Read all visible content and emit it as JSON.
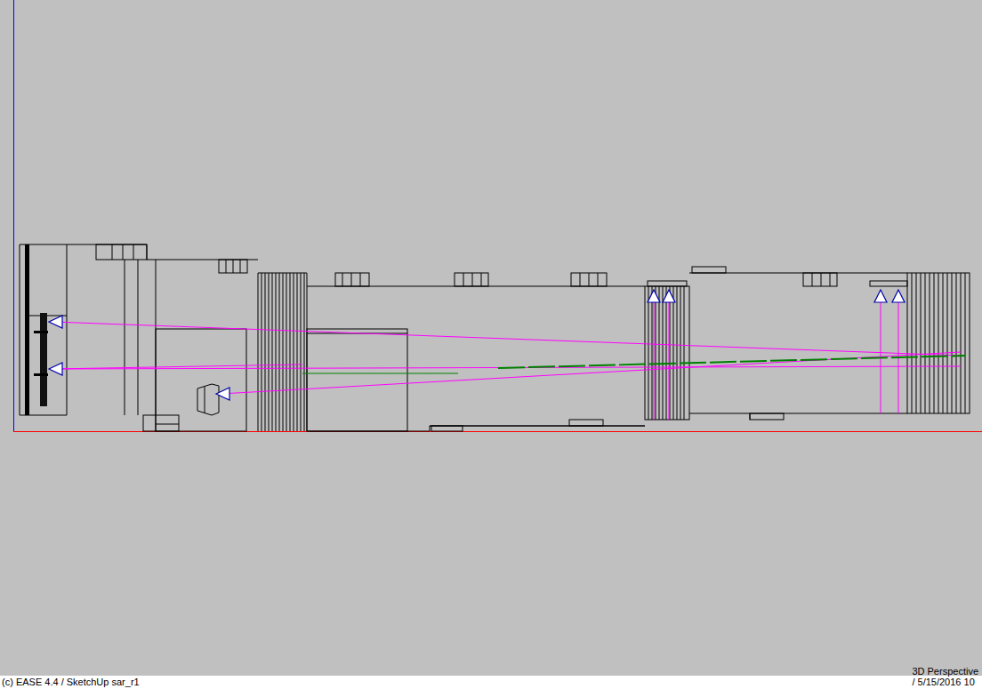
{
  "diagram": {
    "labels": [
      "(c) EASE 4.4  / SketchUp sar_r1",
      "3D Perspective",
      "/ 5/15/2016 10"
    ]
  }
}
